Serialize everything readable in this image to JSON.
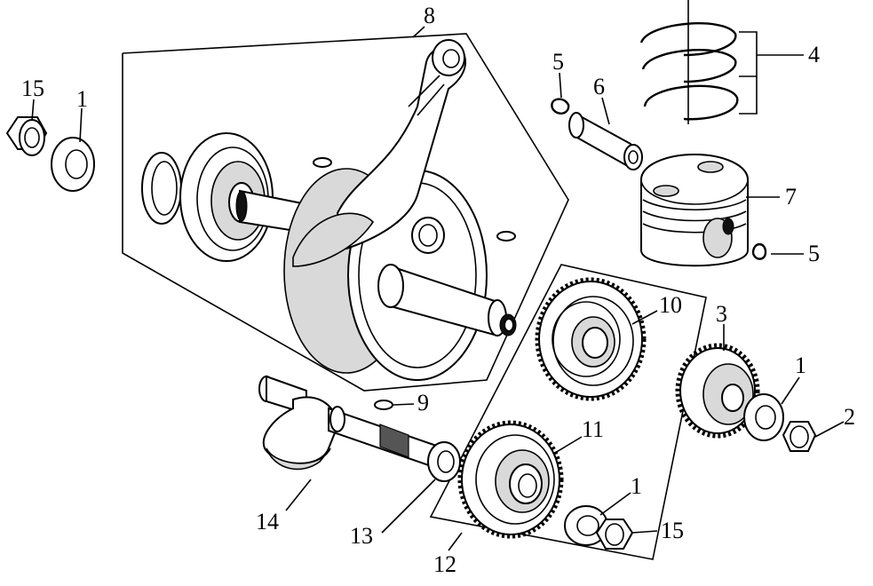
{
  "diagram": {
    "callouts": [
      {
        "id": "c8",
        "text": "8"
      },
      {
        "id": "c15a",
        "text": "15"
      },
      {
        "id": "c1a",
        "text": "1"
      },
      {
        "id": "c5a",
        "text": "5"
      },
      {
        "id": "c6",
        "text": "6"
      },
      {
        "id": "c4",
        "text": "4"
      },
      {
        "id": "c7",
        "text": "7"
      },
      {
        "id": "c5b",
        "text": "5"
      },
      {
        "id": "c10",
        "text": "10"
      },
      {
        "id": "c3",
        "text": "3"
      },
      {
        "id": "c1b",
        "text": "1"
      },
      {
        "id": "c2",
        "text": "2"
      },
      {
        "id": "c9",
        "text": "9"
      },
      {
        "id": "c11",
        "text": "11"
      },
      {
        "id": "c1c",
        "text": "1"
      },
      {
        "id": "c15b",
        "text": "15"
      },
      {
        "id": "c14",
        "text": "14"
      },
      {
        "id": "c13",
        "text": "13"
      },
      {
        "id": "c12",
        "text": "12"
      }
    ]
  }
}
